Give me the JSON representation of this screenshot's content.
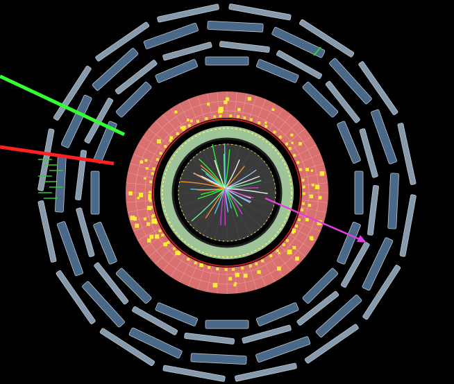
{
  "image": {
    "subject": "particle-collision-event-display",
    "background_color": "#000000"
  },
  "palette": {
    "muon_chamber_light": "#8fa3b5",
    "muon_chamber_dark": "#4f6f90",
    "hadron_calorimeter": "#d97070",
    "hadron_grid": "#f2a0a0",
    "energy_deposit": "#ffee33",
    "inner_detector_ring": "#9fc49a",
    "solenoid_gap": "#111111",
    "tracker_core": "#3a3a3a",
    "track_green": "#33ff33",
    "track_red": "#ff2020",
    "track_magenta": "#e040e0",
    "track_cyan": "#55d8ff",
    "track_white": "#ffffff",
    "track_orange": "#ff9933"
  },
  "tracks": [
    {
      "name": "green-jet-track",
      "color": "#33ff33"
    },
    {
      "name": "red-electron-track",
      "color": "#ff2020"
    },
    {
      "name": "magenta-muon-track",
      "color": "#e040e0"
    }
  ]
}
